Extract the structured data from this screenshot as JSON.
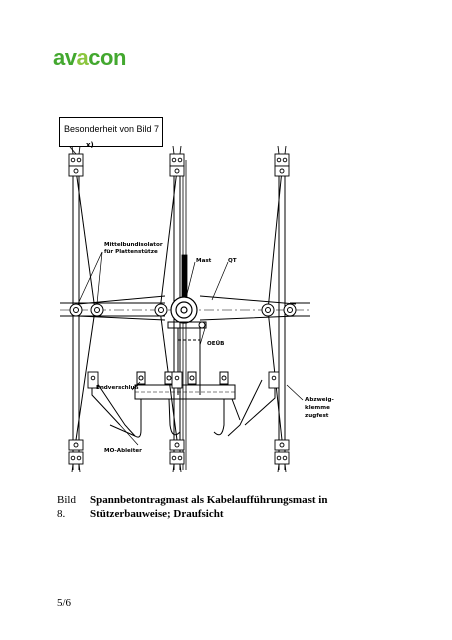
{
  "brand": {
    "logo_text": "avacon",
    "logo_color": "#43a82f",
    "logo_accent": "#8cc63f"
  },
  "callout": {
    "text": "Besonderheit von Bild 7"
  },
  "drawing": {
    "labels": {
      "x_mark": "x)",
      "insulator_line1": "Mittelbundisolator",
      "insulator_line2": "für Plattenstütze",
      "mast": "Mast",
      "qt": "QT",
      "oeub": "OEÜB",
      "endverschluss": "Endverschluß",
      "mo_ableiter": "MO-Ableiter",
      "abzweig_line1": "Abzweig-",
      "abzweig_line2": "klemme",
      "abzweig_line3": "zugfest"
    }
  },
  "caption": {
    "number": "Bild 8.",
    "text": "Spannbetontragmast als Kabelaufführungsmast in Stützerbauweise; Draufsicht"
  },
  "footer": {
    "page": "5/6"
  }
}
